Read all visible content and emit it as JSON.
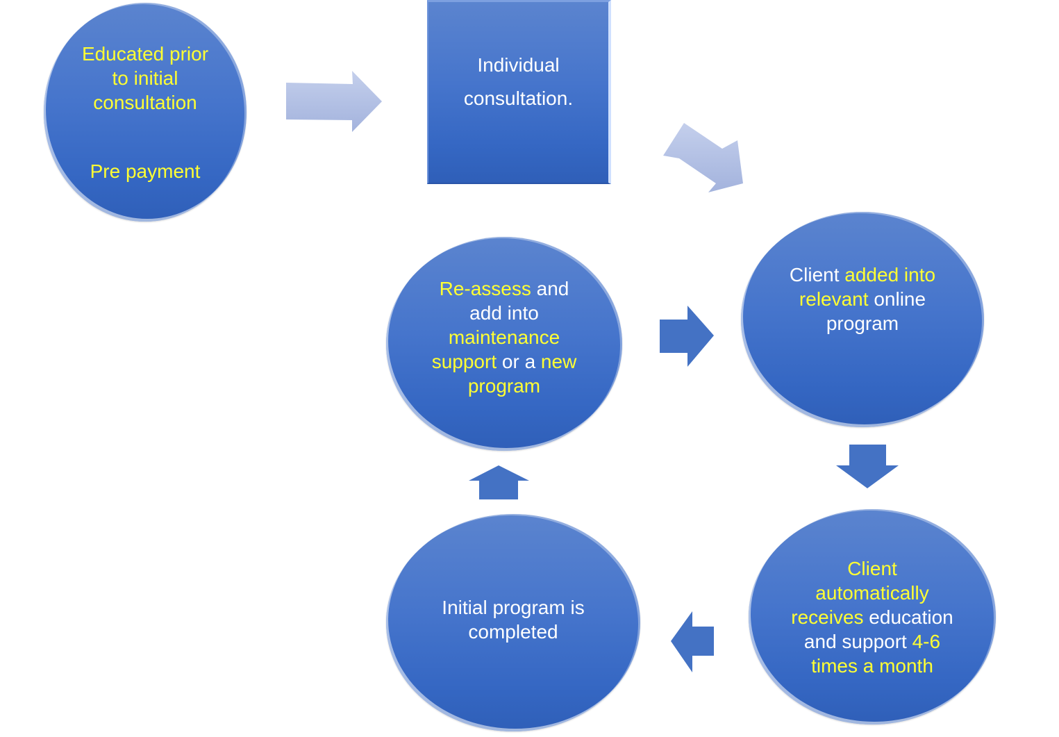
{
  "diagram": {
    "title": "",
    "colors": {
      "node_fill": "#4472c4",
      "highlight_text": "#ffff33",
      "normal_text": "#ffffff",
      "arrow_light": "#aebce0",
      "arrow_dark": "#4472c4"
    },
    "nodes": [
      {
        "id": "prep",
        "shape": "circle",
        "lines": [
          [
            {
              "text": "Educated prior",
              "hl": true
            }
          ],
          [
            {
              "text": "to initial",
              "hl": true
            }
          ],
          [
            {
              "text": "consultation",
              "hl": true
            }
          ],
          [],
          [
            {
              "text": "Pre payment",
              "hl": true
            }
          ]
        ]
      },
      {
        "id": "consult",
        "shape": "square",
        "lines": [
          [
            {
              "text": "Individual",
              "hl": false
            }
          ],
          [
            {
              "text": "consultation.",
              "hl": false
            }
          ]
        ]
      },
      {
        "id": "added",
        "shape": "circle",
        "lines": [
          [
            {
              "text": "Client ",
              "hl": false
            },
            {
              "text": "added into",
              "hl": true
            }
          ],
          [
            {
              "text": "relevant",
              "hl": true
            },
            {
              "text": " online",
              "hl": false
            }
          ],
          [
            {
              "text": "program",
              "hl": false
            }
          ]
        ]
      },
      {
        "id": "receives",
        "shape": "circle",
        "lines": [
          [
            {
              "text": "Client",
              "hl": true
            }
          ],
          [
            {
              "text": "automatically",
              "hl": true
            }
          ],
          [
            {
              "text": "receives",
              "hl": true
            },
            {
              "text": " education",
              "hl": false
            }
          ],
          [
            {
              "text": "and support ",
              "hl": false
            },
            {
              "text": "4-6",
              "hl": true
            }
          ],
          [
            {
              "text": "times a month",
              "hl": true
            }
          ]
        ]
      },
      {
        "id": "completed",
        "shape": "circle",
        "lines": [
          [
            {
              "text": "Initial program is",
              "hl": false
            }
          ],
          [
            {
              "text": "completed",
              "hl": false
            }
          ]
        ]
      },
      {
        "id": "reassess",
        "shape": "circle",
        "lines": [
          [
            {
              "text": "Re-assess",
              "hl": true
            },
            {
              "text": " and",
              "hl": false
            }
          ],
          [
            {
              "text": "add into",
              "hl": false
            }
          ],
          [
            {
              "text": "maintenance",
              "hl": true
            }
          ],
          [
            {
              "text": "support",
              "hl": true
            },
            {
              "text": " or a ",
              "hl": false
            },
            {
              "text": "new",
              "hl": true
            }
          ],
          [
            {
              "text": "program",
              "hl": true
            }
          ]
        ]
      }
    ],
    "edges": [
      {
        "from": "prep",
        "to": "consult",
        "direction": "right",
        "style": "light"
      },
      {
        "from": "consult",
        "to": "added",
        "direction": "down-right",
        "style": "light"
      },
      {
        "from": "added",
        "to": "receives",
        "direction": "down",
        "style": "dark"
      },
      {
        "from": "receives",
        "to": "completed",
        "direction": "left",
        "style": "dark"
      },
      {
        "from": "completed",
        "to": "reassess",
        "direction": "up",
        "style": "dark"
      },
      {
        "from": "reassess",
        "to": "added",
        "direction": "right",
        "style": "dark"
      }
    ]
  }
}
